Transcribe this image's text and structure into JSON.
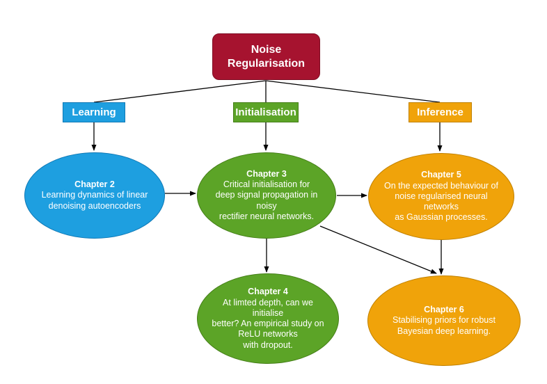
{
  "root": {
    "label": "Noise\nRegularisation",
    "color": "#a6132f"
  },
  "branches": [
    {
      "id": "learning",
      "label": "Learning",
      "color": "#1e9fe0"
    },
    {
      "id": "initialisation",
      "label": "Initialisation",
      "color": "#5ca427"
    },
    {
      "id": "inference",
      "label": "Inference",
      "color": "#f0a30a"
    }
  ],
  "chapters": [
    {
      "id": "chapter-2",
      "heading": "Chapter 2",
      "body": "Learning dynamics of linear\ndenoising autoencoders",
      "color": "#1e9fe0"
    },
    {
      "id": "chapter-3",
      "heading": "Chapter 3",
      "body": "Critical initialisation for\ndeep signal propagation in noisy\nrectifier neural networks.",
      "color": "#5ca427"
    },
    {
      "id": "chapter-5",
      "heading": "Chapter 5",
      "body": "On the expected behaviour of\nnoise regularised neural networks\nas Gaussian processes.",
      "color": "#f0a30a"
    },
    {
      "id": "chapter-4",
      "heading": "Chapter 4",
      "body": "At limted depth, can we initialise\nbetter? An empirical study on\nReLU networks\nwith dropout.",
      "color": "#5ca427"
    },
    {
      "id": "chapter-6",
      "heading": "Chapter 6",
      "body": "Stabilising priors for robust\nBayesian deep learning.",
      "color": "#f0a30a"
    }
  ],
  "edges": [
    {
      "from": "root",
      "to": "learning",
      "arrow": false
    },
    {
      "from": "root",
      "to": "initialisation",
      "arrow": false
    },
    {
      "from": "root",
      "to": "inference",
      "arrow": false
    },
    {
      "from": "learning",
      "to": "chapter-2",
      "arrow": true
    },
    {
      "from": "initialisation",
      "to": "chapter-3",
      "arrow": true
    },
    {
      "from": "inference",
      "to": "chapter-5",
      "arrow": true
    },
    {
      "from": "chapter-2",
      "to": "chapter-3",
      "arrow": true
    },
    {
      "from": "chapter-3",
      "to": "chapter-5",
      "arrow": true
    },
    {
      "from": "chapter-3",
      "to": "chapter-4",
      "arrow": true
    },
    {
      "from": "chapter-3",
      "to": "chapter-6",
      "arrow": true
    },
    {
      "from": "chapter-5",
      "to": "chapter-6",
      "arrow": true
    }
  ]
}
